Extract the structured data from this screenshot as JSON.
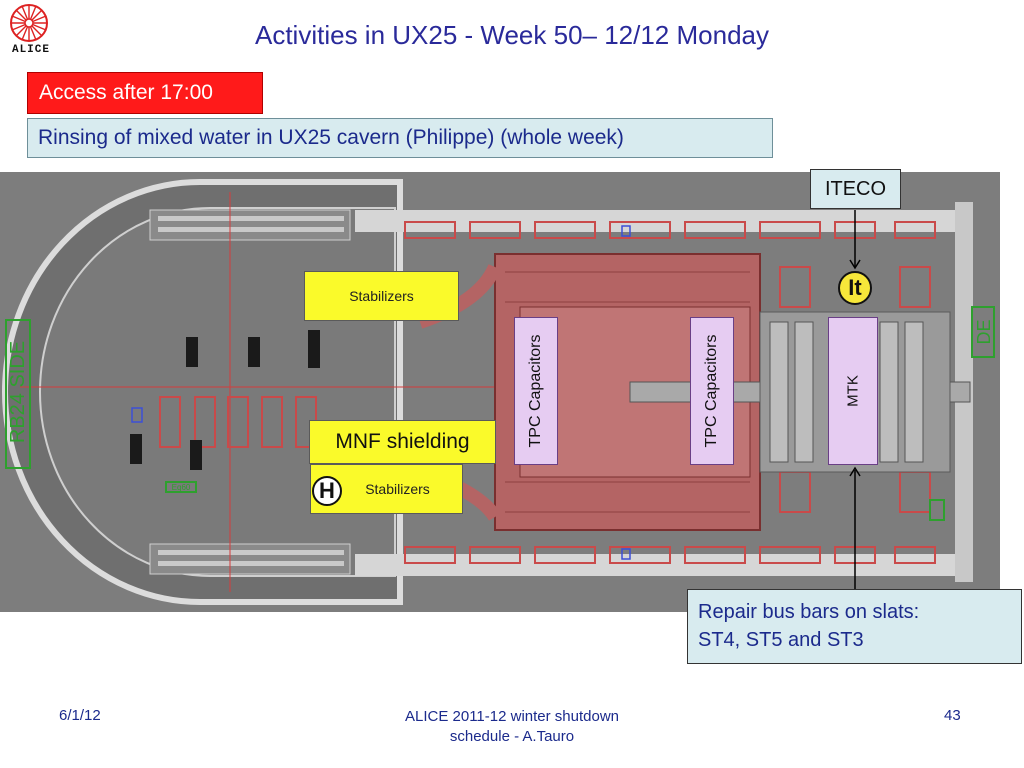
{
  "header": {
    "logo_text": "ALICE",
    "title": "Activities in UX25 - Week 50– 12/12 Monday"
  },
  "notices": {
    "access": "Access after 17:00",
    "rinsing": "Rinsing of mixed water in UX25 cavern (Philippe) (whole week)"
  },
  "plan": {
    "stabilizers_top": "Stabilizers",
    "stabilizers_bottom": "Stabilizers",
    "mnf_shielding": "MNF shielding",
    "h_badge": "H",
    "tpc_capacitors_left": "TPC Capacitors",
    "tpc_capacitors_right": "TPC Capacitors",
    "mtk": "MTK",
    "it_badge": "It",
    "iteco": "ITECO",
    "repair_line1": "Repair bus bars on slats:",
    "repair_line2": "ST4, ST5 and ST3",
    "side_left": "RB24 SIDE",
    "side_right": "DE",
    "small_tag": "Eq60"
  },
  "footer": {
    "date": "6/1/12",
    "center_line1": "ALICE 2011-12 winter shutdown",
    "center_line2": "schedule - A.Tauro",
    "page": "43"
  },
  "colors": {
    "title": "#2a2a9a",
    "access_bg": "#ff1a1a",
    "note_bg": "#d8ebef",
    "label_yellow": "#fafa2a",
    "tpc_bg": "#e6ccf2",
    "magnet": "#b06060"
  }
}
